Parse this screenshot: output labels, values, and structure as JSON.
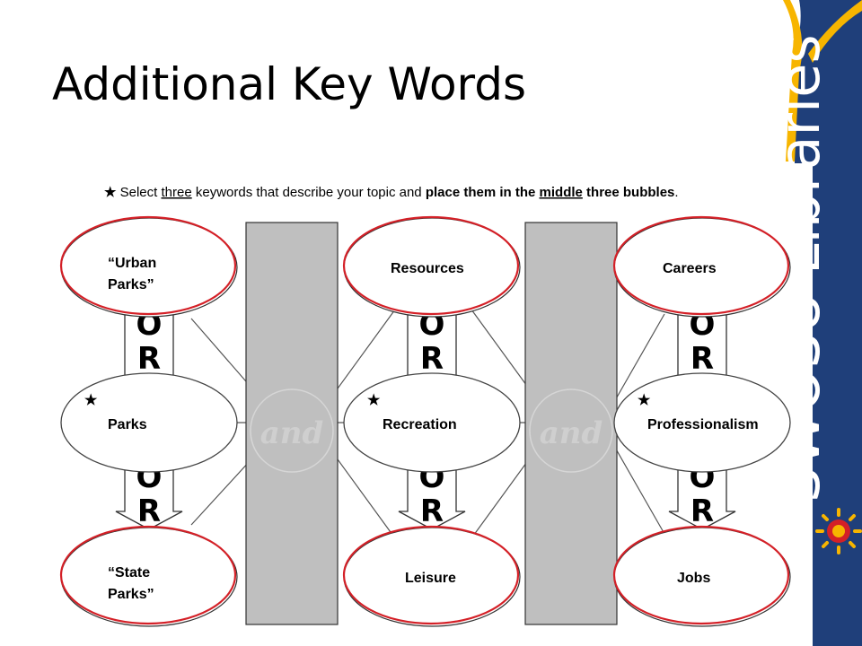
{
  "slide": {
    "title": "Additional Key Words"
  },
  "instruction": {
    "star": "★",
    "p1": " Select ",
    "u1": "three",
    "p2": " keywords that describe your topic and ",
    "b1": "place them in the ",
    "u2": "middle",
    "b2": " three bubbles",
    "p3": "."
  },
  "columns": [
    {
      "top": [
        "“Urban",
        "Parks”"
      ],
      "middle": "Parks",
      "bottom": [
        "“State",
        "Parks”"
      ]
    },
    {
      "top": [
        "Resources"
      ],
      "middle": "Recreation",
      "bottom": [
        "Leisure"
      ]
    },
    {
      "top": [
        "Careers"
      ],
      "middle": "Professionalism",
      "bottom": [
        "Jobs"
      ]
    }
  ],
  "connectors": {
    "or_letters": [
      "O",
      "R"
    ],
    "and_label": "and"
  },
  "brand": {
    "name": "SWOSU Libraries"
  },
  "colors": {
    "bubble_outline_red": "#d42027",
    "bubble_outline_dark": "#333333",
    "and_bar_fill": "#bfbfbf",
    "brand_navy": "#1f3f7a",
    "brand_gold": "#f7b500"
  }
}
